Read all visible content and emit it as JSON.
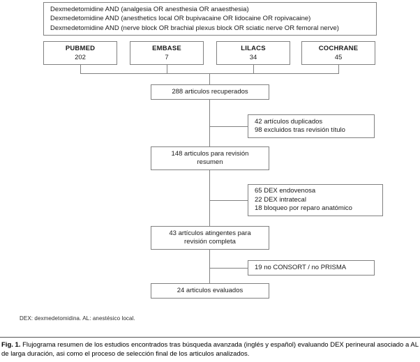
{
  "figure": {
    "query_box": {
      "lines": [
        "Dexmedetomidine AND (analgesia OR anesthesia OR anaesthesia)",
        "Dexmedetomidine AND (anesthetics local OR bupivacaine OR lidocaine OR ropivacaine)",
        "Dexmedetomidine AND (nerve block OR brachial plexus block OR sciatic nerve OR femoral nerve)"
      ]
    },
    "databases": [
      {
        "name": "PUBMED",
        "count": "202"
      },
      {
        "name": "EMBASE",
        "count": "7"
      },
      {
        "name": "LILACS",
        "count": "34"
      },
      {
        "name": "COCHRANE",
        "count": "45"
      }
    ],
    "stages": {
      "retrieved": "288 articulos recuperados",
      "abstract_line1": "148 articulos para revisión",
      "abstract_line2": "resumen",
      "fulltext_line1": "43 artículos atingentes para",
      "fulltext_line2": "revisión completa",
      "evaluated": "24 articulos evaluados"
    },
    "exclusions": {
      "duplicates_line1": "42 artículos duplicados",
      "duplicates_line2": "98 excluidos tras revisión título",
      "route_line1": "65 DEX endovenosa",
      "route_line2": "22 DEX intratecal",
      "route_line3": "18 bloqueo por reparo anatómico",
      "consort": "19 no CONSORT / no PRISMA"
    },
    "footnote": "DEX: dexmedetomidina. AL: anestésico local.",
    "caption": {
      "label": "Fig. 1.",
      "text": "Flujograma resumen de los estudios encontrados tras búsqueda avanzada (inglés y español) evaluando DEX perineural asociado a AL de larga duración, asi como el proceso de selección final de los articulos analizados."
    },
    "colors": {
      "border": "#808080",
      "text": "#000000",
      "rule": "#555555"
    }
  }
}
